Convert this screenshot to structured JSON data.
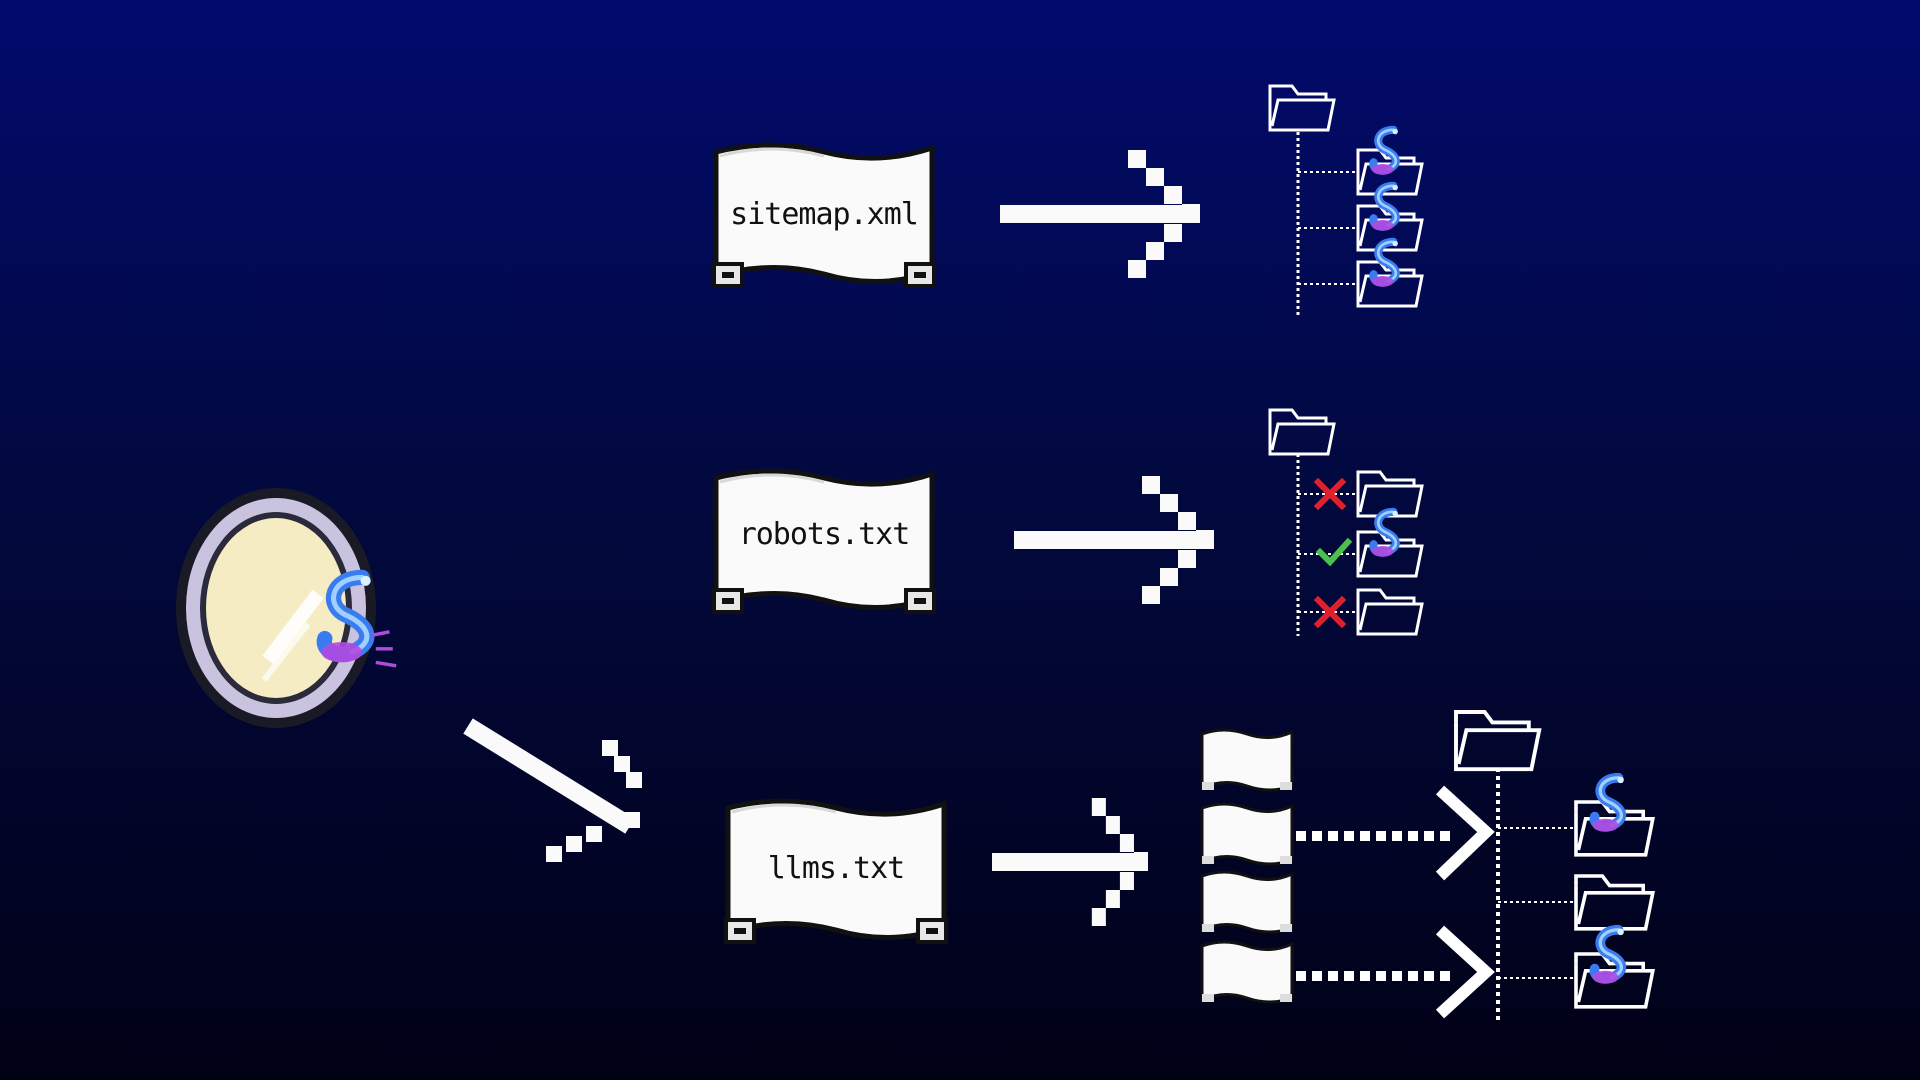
{
  "diagram": {
    "rows": [
      {
        "file_label": "sitemap.xml"
      },
      {
        "file_label": "robots.txt"
      },
      {
        "file_label": "llms.txt"
      }
    ]
  },
  "colors": {
    "background_top": "#020a6e",
    "background_bottom": "#010116",
    "scroll_paper": "#fafafa",
    "line": "#ffffff",
    "cross": "#e0202c",
    "check": "#4cc04c",
    "orb_fill": "#f5ecc4",
    "orb_ring": "#c9c3e0",
    "mascot_blue": "#3a7cf0",
    "mascot_purple": "#b04ae0"
  },
  "icons": [
    "scroll-icon",
    "folder-icon",
    "mascot-icon",
    "cross-icon",
    "check-icon",
    "orb-icon",
    "pixel-sword-icon",
    "arrow-icon"
  ]
}
